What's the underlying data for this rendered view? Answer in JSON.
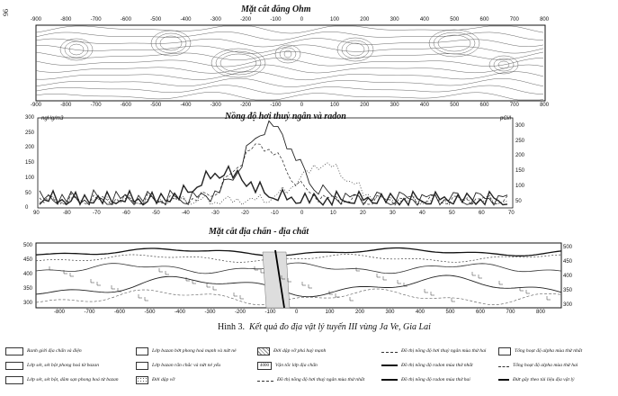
{
  "page_number": "96",
  "panels": {
    "resistivity": {
      "title": "Mặt cắt đẳng Ohm",
      "top_ticks": [
        "-900",
        "-800",
        "-700",
        "-600",
        "-500",
        "-400",
        "-300",
        "-200",
        "-100",
        "0",
        "100",
        "200",
        "300",
        "400",
        "500",
        "600",
        "700",
        "800"
      ],
      "bottom_ticks": [
        "-900",
        "-800",
        "-700",
        "-600",
        "-500",
        "-400",
        "-300",
        "-200",
        "-100",
        "0",
        "100",
        "200",
        "300",
        "400",
        "500",
        "600",
        "700",
        "800"
      ]
    },
    "gas": {
      "title": "Nồng độ hơi thuỷ ngân và radon",
      "left_unit": "ngHg/m3",
      "right_unit": "pCi/l",
      "left_ticks": [
        "300",
        "250",
        "200",
        "150",
        "100",
        "50",
        "0"
      ],
      "right_ticks": [
        "300",
        "250",
        "200",
        "150",
        "100",
        "50"
      ],
      "x_ticks": [
        "90",
        "-80",
        "-70",
        "-60",
        "-50",
        "-40",
        "-30",
        "-20",
        "-10",
        "0",
        "10",
        "20",
        "30",
        "40",
        "50",
        "60",
        "70"
      ]
    },
    "seismic": {
      "title": "Mặt cắt địa chấn - địa chất",
      "left_ticks": [
        "500",
        "450",
        "400",
        "350",
        "300"
      ],
      "right_ticks": [
        "500",
        "450",
        "400",
        "350",
        "300"
      ],
      "x_ticks": [
        "-800",
        "-700",
        "-600",
        "-500",
        "-400",
        "-300",
        "-200",
        "-100",
        "0",
        "100",
        "200",
        "300",
        "400",
        "500",
        "600",
        "700",
        "800"
      ]
    }
  },
  "caption": {
    "label": "Hình 3.",
    "text": "Kết quả đo địa vật lý tuyến III vùng Ja Ve, Gia Lai"
  },
  "legend": {
    "col1": [
      "Ranh giới địa chấn và điện",
      "Lớp sét, sét bột phong hoá từ bazan",
      "Lớp sét, sét bột, dăm sạn phong hoá từ bazan"
    ],
    "col2": [
      "Lớp bazan bớt phong hoá mạnh và nứt nẻ",
      "Lớp bazan rắn chắc và nứt nẻ yếu",
      "Đới dập vỡ"
    ],
    "col3": [
      "Đới dập vỡ phá huỷ mạnh",
      "Vận tốc lớp địa chấn",
      "Đồ thị nồng độ hơi thuỷ ngân mùa thứ nhất"
    ],
    "box_value": "4000",
    "col4": [
      "Đồ thị nồng độ hơi thuỷ ngân mùa thứ hai",
      "Đồ thị nồng độ radon mùa thứ nhất",
      "Đồ thị nồng độ radon mùa thứ hai"
    ],
    "col5": [
      "Tổng hoạt độ alpha mùa thứ nhất",
      "Tổng hoạt độ alpha mùa thứ hai",
      "Đứt gãy theo tài liệu địa vật lý"
    ]
  }
}
